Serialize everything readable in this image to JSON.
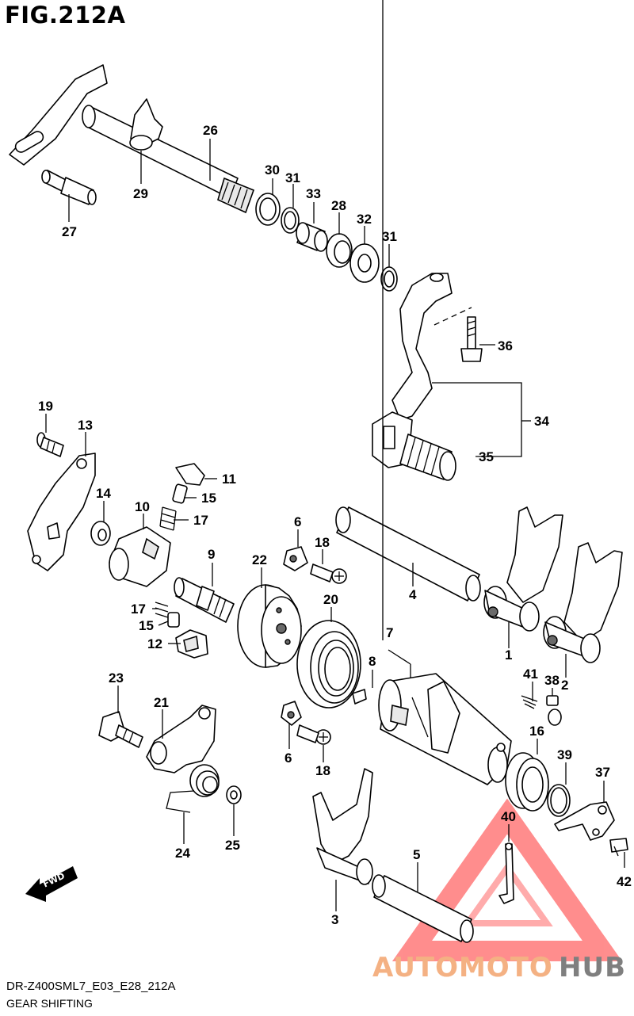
{
  "figure_title": "FIG.212A",
  "footer": {
    "code": "DR-Z400SML7_E03_E28_212A",
    "caption": "GEAR SHIFTING"
  },
  "direction_badge": "FWD",
  "watermark": {
    "part1": "AUTOMOTO",
    "part2": "HUB",
    "color1": "#f4b183",
    "color2": "#7f7f7f",
    "triangle_color": "#ff7a7a"
  },
  "callouts": {
    "l1": "1",
    "l2": "2",
    "l3": "3",
    "l4": "4",
    "l5": "5",
    "l6a": "6",
    "l6b": "6",
    "l7": "7",
    "l8": "8",
    "l9": "9",
    "l10": "10",
    "l11": "11",
    "l12": "12",
    "l13": "13",
    "l14": "14",
    "l15a": "15",
    "l15b": "15",
    "l16": "16",
    "l17a": "17",
    "l17b": "17",
    "l18a": "18",
    "l18b": "18",
    "l19": "19",
    "l20": "20",
    "l21": "21",
    "l22": "22",
    "l23": "23",
    "l24": "24",
    "l25": "25",
    "l26": "26",
    "l27": "27",
    "l28": "28",
    "l29": "29",
    "l30": "30",
    "l31a": "31",
    "l31b": "31",
    "l32": "32",
    "l33": "33",
    "l34": "34",
    "l35": "35",
    "l36": "36",
    "l37": "37",
    "l38": "38",
    "l39": "39",
    "l40": "40",
    "l41": "41",
    "l42": "42"
  }
}
